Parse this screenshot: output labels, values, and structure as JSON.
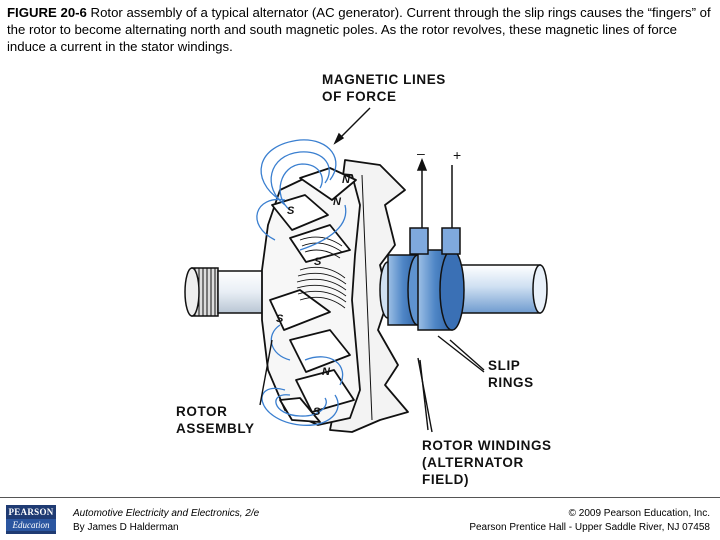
{
  "caption": {
    "figure_label": "FIGURE 20-6",
    "text": " Rotor assembly of a typical alternator (AC generator). Current through the slip rings causes the “fingers” of the rotor to become alternating north and south magnetic poles. As the rotor revolves, these magnetic lines of force induce a current in the stator windings."
  },
  "diagram": {
    "labels": {
      "magnetic_lines_1": "MAGNETIC LINES",
      "magnetic_lines_2": "OF FORCE",
      "slip_rings_1": "SLIP",
      "slip_rings_2": "RINGS",
      "rotor_assembly_1": "ROTOR",
      "rotor_assembly_2": "ASSEMBLY",
      "rotor_windings_1": "ROTOR WINDINGS",
      "rotor_windings_2": "(ALTERNATOR",
      "rotor_windings_3": "FIELD)"
    },
    "signs": {
      "negative": "–",
      "positive": "+"
    },
    "poles": [
      "N",
      "S",
      "N",
      "S",
      "N",
      "S",
      "N",
      "S"
    ],
    "colors": {
      "line_art": "#111111",
      "flux_lines": "#3a7fd0",
      "slip_rings": "#4f86c6",
      "shaft": "#8fb4dc"
    }
  },
  "footer": {
    "logo_line1": "PEARSON",
    "logo_line2": "Education",
    "book_title": "Automotive Electricity and Electronics, 2/e",
    "book_author": "By James D Halderman",
    "copyright": "© 2009 Pearson Education, Inc.",
    "publisher": "Pearson Prentice Hall - Upper Saddle River, NJ 07458"
  }
}
